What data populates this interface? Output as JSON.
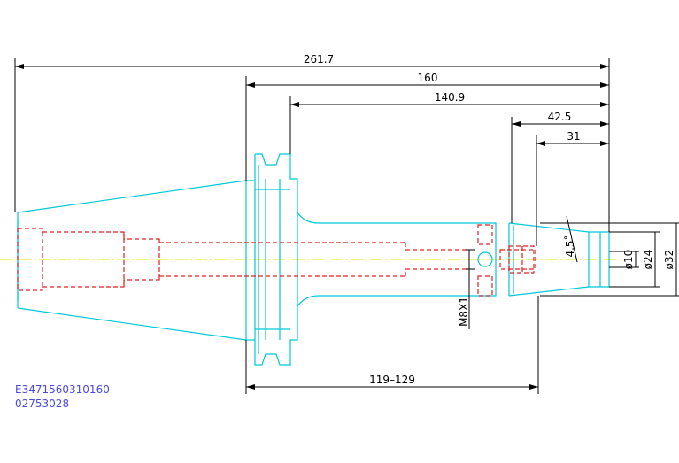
{
  "dimensions": {
    "overall_length": "261.7",
    "flange_to_end": "160",
    "groove_to_end": "140.9",
    "bore_depth": "42.5",
    "nose_length": "31",
    "gauge_range": "119–129",
    "thread": "M8X1",
    "angle": "4.5˚",
    "dia_10": "ø10",
    "dia_24": "ø24",
    "dia_32": "ø32"
  },
  "codes": {
    "part_number": "E3471560310160",
    "order_number": "02753028"
  },
  "colors": {
    "outline": "#00c8d8",
    "hidden": "#e02020",
    "centerline": "#e8e000",
    "dimension": "#000000",
    "code_text": "#4a4ae0"
  }
}
